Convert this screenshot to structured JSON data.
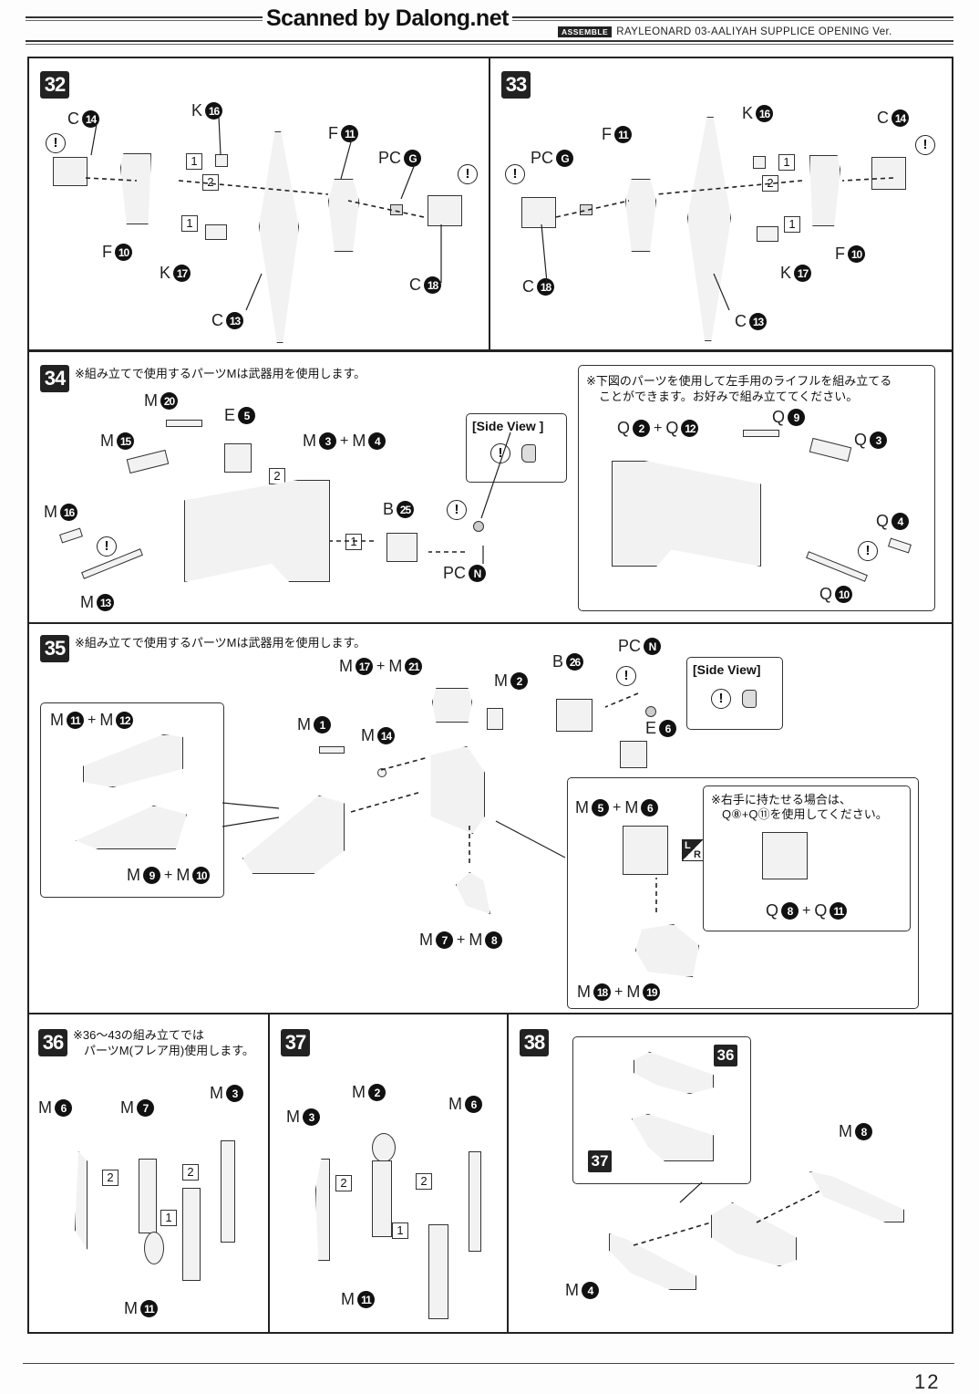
{
  "header": {
    "site_title": "Scanned by Dalong.net",
    "assemble_badge": "ASSEMBLE",
    "doc_title": "RAYLEONARD 03-AALIYAH SUPPLICE OPENING Ver."
  },
  "steps": {
    "s32": {
      "number": "32",
      "labels": [
        {
          "runner": "C",
          "part": "14"
        },
        {
          "runner": "K",
          "part": "16"
        },
        {
          "runner": "F",
          "part": "11"
        },
        {
          "runner": "PC",
          "part": "G"
        },
        {
          "runner": "F",
          "part": "10"
        },
        {
          "runner": "K",
          "part": "17"
        },
        {
          "runner": "C",
          "part": "18"
        },
        {
          "runner": "C",
          "part": "13"
        }
      ],
      "sequence": [
        "1",
        "2",
        "1"
      ]
    },
    "s33": {
      "number": "33",
      "labels": [
        {
          "runner": "K",
          "part": "16"
        },
        {
          "runner": "C",
          "part": "14"
        },
        {
          "runner": "F",
          "part": "11"
        },
        {
          "runner": "PC",
          "part": "G"
        },
        {
          "runner": "F",
          "part": "10"
        },
        {
          "runner": "K",
          "part": "17"
        },
        {
          "runner": "C",
          "part": "18"
        },
        {
          "runner": "C",
          "part": "13"
        }
      ],
      "sequence": [
        "1",
        "2",
        "1"
      ]
    },
    "s34": {
      "number": "34",
      "note": "※組み立てで使用するパーツMは武器用を使用します。",
      "labels": {
        "m20": {
          "runner": "M",
          "part": "20"
        },
        "e5": {
          "runner": "E",
          "part": "5"
        },
        "m15": {
          "runner": "M",
          "part": "15"
        },
        "m3": {
          "runner": "M",
          "part": "3"
        },
        "m4": {
          "runner": "M",
          "part": "4"
        },
        "m16": {
          "runner": "M",
          "part": "16"
        },
        "b25": {
          "runner": "B",
          "part": "25"
        },
        "m13": {
          "runner": "M",
          "part": "13"
        },
        "pcn": {
          "runner": "PC",
          "part": "N"
        }
      },
      "side_view_title": "[Side View ]",
      "sequence": [
        "2",
        "1"
      ],
      "alt": {
        "note_line1": "※下図のパーツを使用して左手用のライフルを組み立てる",
        "note_line2": "ことができます。お好みで組み立ててください。",
        "q2": {
          "runner": "Q",
          "part": "2"
        },
        "q12": {
          "runner": "Q",
          "part": "12"
        },
        "q9": {
          "runner": "Q",
          "part": "9"
        },
        "q3": {
          "runner": "Q",
          "part": "3"
        },
        "q4": {
          "runner": "Q",
          "part": "4"
        },
        "q10": {
          "runner": "Q",
          "part": "10"
        }
      }
    },
    "s35": {
      "number": "35",
      "note": "※組み立てで使用するパーツMは武器用を使用します。",
      "labels": {
        "m11": {
          "runner": "M",
          "part": "11"
        },
        "m12": {
          "runner": "M",
          "part": "12"
        },
        "m9": {
          "runner": "M",
          "part": "9"
        },
        "m10": {
          "runner": "M",
          "part": "10"
        },
        "m1": {
          "runner": "M",
          "part": "1"
        },
        "m14": {
          "runner": "M",
          "part": "14"
        },
        "m17": {
          "runner": "M",
          "part": "17"
        },
        "m21": {
          "runner": "M",
          "part": "21"
        },
        "m2": {
          "runner": "M",
          "part": "2"
        },
        "m7": {
          "runner": "M",
          "part": "7"
        },
        "m8": {
          "runner": "M",
          "part": "8"
        },
        "b26": {
          "runner": "B",
          "part": "26"
        },
        "pcn": {
          "runner": "PC",
          "part": "N"
        },
        "e6": {
          "runner": "E",
          "part": "6"
        },
        "m5": {
          "runner": "M",
          "part": "5"
        },
        "m6": {
          "runner": "M",
          "part": "6"
        },
        "m18": {
          "runner": "M",
          "part": "18"
        },
        "m19": {
          "runner": "M",
          "part": "19"
        },
        "q8": {
          "runner": "Q",
          "part": "8"
        },
        "q11": {
          "runner": "Q",
          "part": "11"
        }
      },
      "side_view_title": "[Side View]",
      "lr_icon": {
        "l": "L",
        "r": "R"
      },
      "right_hand_note_line1": "※右手に持たせる場合は、",
      "right_hand_note_line2": "Q⑧+Q⑪を使用してください。"
    },
    "s36": {
      "number": "36",
      "note_line1": "※36〜43の組み立てでは",
      "note_line2": "パーツM(フレア用)使用します。",
      "labels": {
        "m6": {
          "runner": "M",
          "part": "6"
        },
        "m7": {
          "runner": "M",
          "part": "7"
        },
        "m3": {
          "runner": "M",
          "part": "3"
        },
        "m11": {
          "runner": "M",
          "part": "11"
        }
      },
      "sequence": [
        "2",
        "2",
        "1"
      ]
    },
    "s37": {
      "number": "37",
      "labels": {
        "m2": {
          "runner": "M",
          "part": "2"
        },
        "m3": {
          "runner": "M",
          "part": "3"
        },
        "m6": {
          "runner": "M",
          "part": "6"
        },
        "m11": {
          "runner": "M",
          "part": "11"
        }
      },
      "sequence": [
        "2",
        "2",
        "1"
      ]
    },
    "s38": {
      "number": "38",
      "ref_a": "36",
      "ref_b": "37",
      "labels": {
        "m8": {
          "runner": "M",
          "part": "8"
        },
        "m4": {
          "runner": "M",
          "part": "4"
        }
      }
    }
  },
  "icons": {
    "warning": "!"
  },
  "footer": {
    "page_number": "12"
  }
}
